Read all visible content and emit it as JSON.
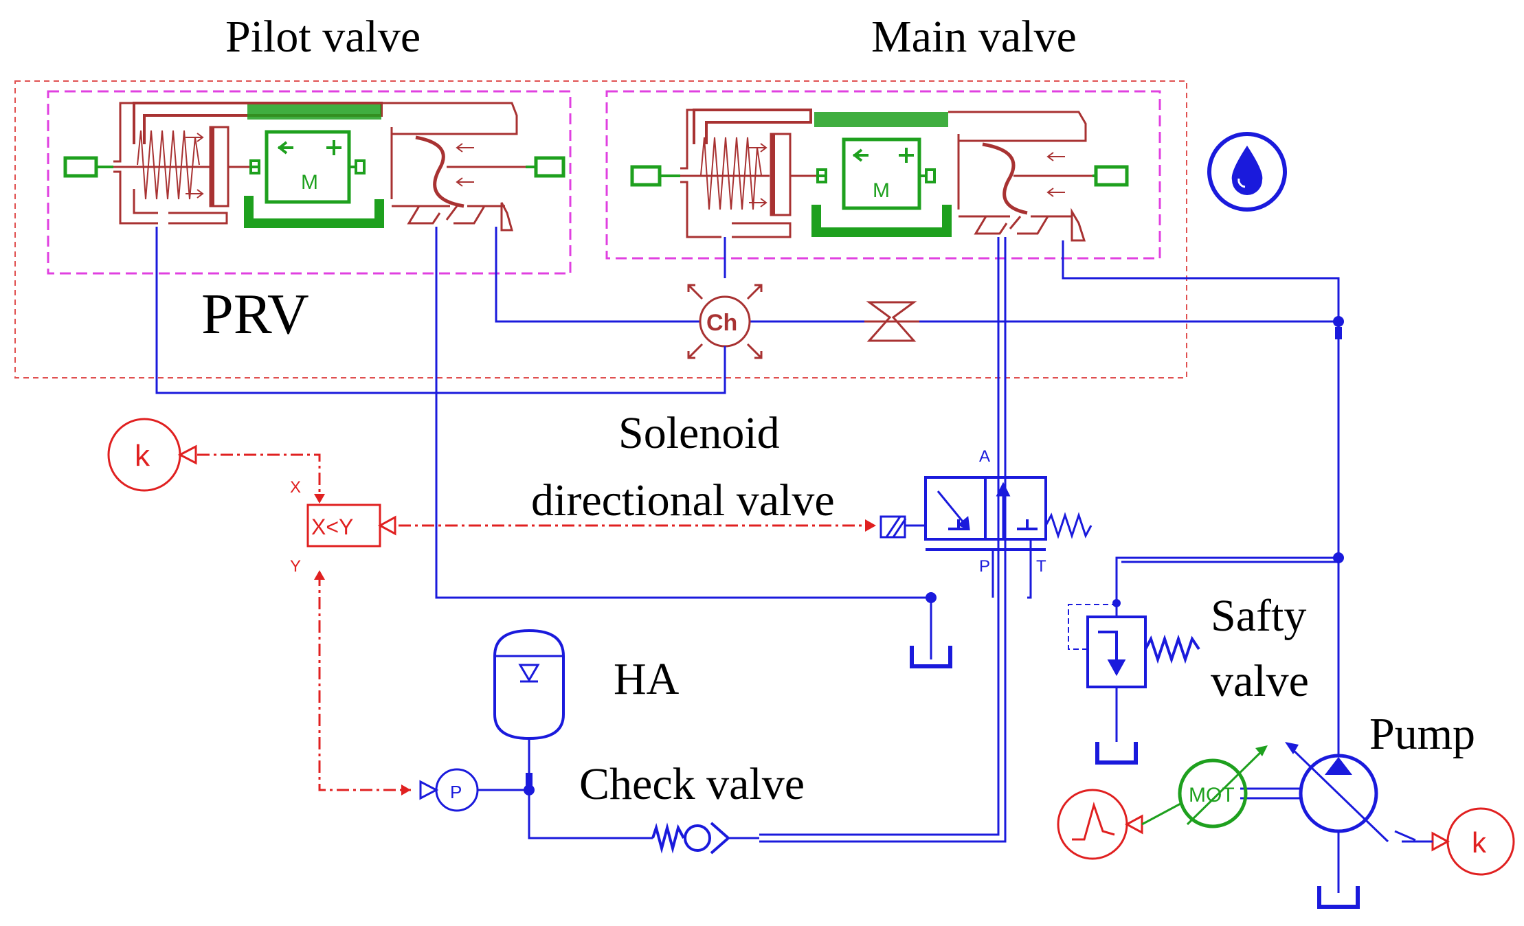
{
  "labels": {
    "pilot_valve": "Pilot valve",
    "main_valve": "Main valve",
    "prv": "PRV",
    "solenoid_line1": "Solenoid",
    "solenoid_line2": "directional valve",
    "ha": "HA",
    "check_valve": "Check valve",
    "safety_line1": "Safty",
    "safety_line2": "valve",
    "pump": "Pump"
  },
  "component_text": {
    "mass_pilot": "M",
    "mass_main": "M",
    "chamber": "Ch",
    "gain_left": "k",
    "gain_right": "k",
    "comparator": "X<Y",
    "comp_x": "X",
    "comp_y": "Y",
    "port_a": "A",
    "port_p": "P",
    "port_t": "T",
    "pressure_sensor": "P",
    "motor": "MOT"
  },
  "colors": {
    "hydraulic": "#1a1adc",
    "mechanical": "#a83232",
    "mass": "#1ea01e",
    "signal": "#e02020",
    "boundary_pink": "#e040e0",
    "boundary_red": "#e05050"
  }
}
